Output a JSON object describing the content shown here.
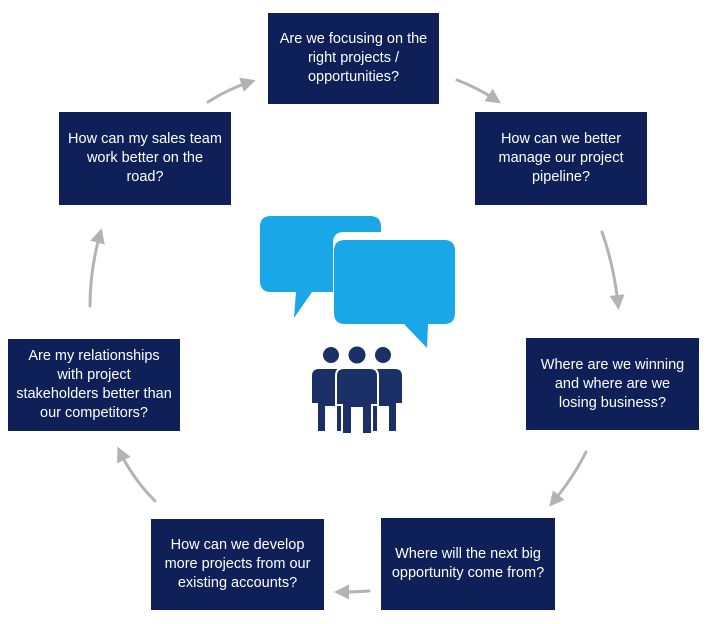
{
  "diagram": {
    "questions": [
      {
        "text": "Are we focusing on the right projects / opportunities?"
      },
      {
        "text": "How can we better manage our project pipeline?"
      },
      {
        "text": "Where are we winning and where are we losing business?"
      },
      {
        "text": "Where will the next big opportunity come from?"
      },
      {
        "text": "How can we develop more projects from our existing accounts?"
      },
      {
        "text": "Are my relationships with project stakeholders better than our competitors?"
      },
      {
        "text": "How can my sales team work better on the road?"
      }
    ],
    "colors": {
      "box_fill": "#0f2059",
      "box_text": "#ffffff",
      "arrow": "#b3b3b3",
      "speech_bubble": "#1aa7e8",
      "people": "#1b3067"
    },
    "icons": [
      "speech-bubbles-icon",
      "people-group-icon"
    ]
  }
}
